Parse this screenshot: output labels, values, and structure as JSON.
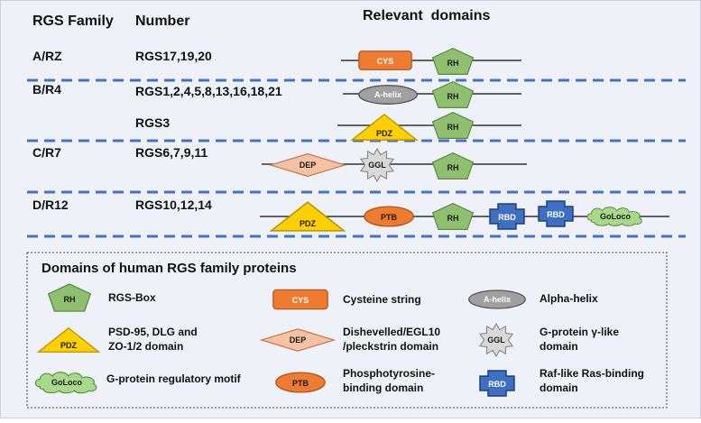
{
  "headers": {
    "family": "RGS Family",
    "number": "Number",
    "domains": "Relevant  domains"
  },
  "rows": [
    {
      "family": "A/RZ",
      "number": "RGS17,19,20"
    },
    {
      "family": "B/R4",
      "number": "RGS1,2,4,5,8,13,16,18,21"
    },
    {
      "family": "",
      "number": "RGS3"
    },
    {
      "family": "C/R7",
      "number": "RGS6,7,9,11"
    },
    {
      "family": "D/R12",
      "number": "RGS10,12,14"
    }
  ],
  "shape_labels": {
    "rh": "RH",
    "cys": "CYS",
    "ahelix": "A-helix",
    "pdz": "PDZ",
    "dep": "DEP",
    "ggl": "GGL",
    "ptb": "PTB",
    "rbd": "RBD",
    "goloco": "GoLoco"
  },
  "legend": {
    "title": "Domains of human RGS family proteins",
    "items": {
      "rh": {
        "line1": "RGS-Box",
        "line2": ""
      },
      "cys": {
        "line1": "Cysteine string",
        "line2": ""
      },
      "ahelix": {
        "line1": "Alpha-helix",
        "line2": ""
      },
      "pdz": {
        "line1": "PSD-95, DLG and",
        "line2": "ZO-1/2 domain"
      },
      "dep": {
        "line1": "Dishevelled/EGL10",
        "line2": "/pleckstrin domain"
      },
      "ggl": {
        "line1": "G-protein γ-like",
        "line2": "domain"
      },
      "goloco": {
        "line1": "G-protein regulatory motif",
        "line2": ""
      },
      "ptb": {
        "line1": "Phosphotyrosine-",
        "line2": "binding domain"
      },
      "rbd": {
        "line1": "Raf-like Ras-binding",
        "line2": "domain"
      }
    }
  },
  "colors": {
    "background": "#eef2f8",
    "divider": "#4472c4",
    "rh_fill": "#8fc06f",
    "cys_fill": "#ee7b30",
    "ahelix_fill": "#a0a0a0",
    "pdz_fill": "#ffd000",
    "dep_fill": "#f6c2a2",
    "ggl_fill": "#d9d9d9",
    "ptb_fill": "#ee7b30",
    "rbd_fill": "#3f6fc0",
    "goloco_fill": "#a8d88a"
  }
}
